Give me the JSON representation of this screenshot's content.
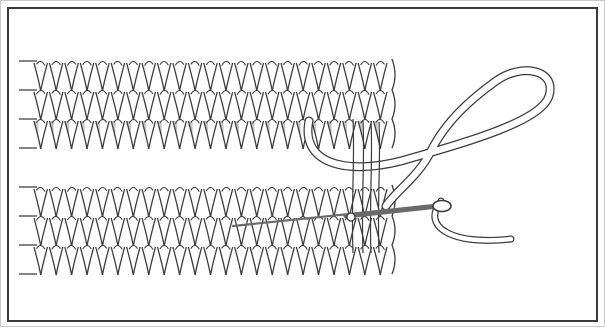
{
  "figure": {
    "subject": "knitting-seam-illustration",
    "colors": {
      "frame": "#3a3a3a",
      "stitch_outline": "#3c3c3c",
      "stitch_shade": "#c9c9c9",
      "yarn": "#ffffff",
      "needle": "#6a6a6a"
    },
    "upper_panel": {
      "stitch_columns": 23,
      "stitch_rows": 3
    },
    "lower_panel": {
      "stitch_columns": 23,
      "stitch_rows": 3
    }
  }
}
